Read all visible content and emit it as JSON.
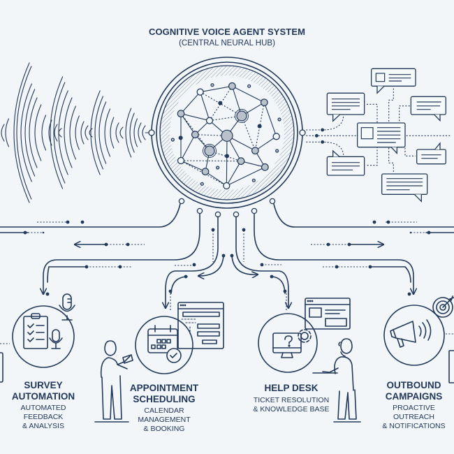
{
  "header": {
    "title": "COGNITIVE VOICE AGENT SYSTEM",
    "subtitle": "(CENTRAL NEURAL HUB)"
  },
  "hub": {
    "name": "Central neural hub",
    "icon": "neural-network-icon"
  },
  "inputs": {
    "left": {
      "name": "Voice sound waves",
      "icon": "sound-wave-icon"
    },
    "right": {
      "name": "Chat message bubbles",
      "icon": "chat-bubble-icon"
    }
  },
  "services": [
    {
      "id": "survey-automation",
      "title_line1": "SURVEY",
      "title_line2": "AUTOMATION",
      "desc_line1": "AUTOMATED FEEDBACK",
      "desc_line2": "& ANALYSIS",
      "icons": [
        "clipboard-checklist-icon",
        "microphone-icon"
      ]
    },
    {
      "id": "appointment-scheduling",
      "title_line1": "APPOINTMENT",
      "title_line2": "SCHEDULING",
      "desc_line1": "CALENDAR MANAGEMENT",
      "desc_line2": "& BOOKING",
      "icons": [
        "calendar-check-icon",
        "booking-form-icon",
        "person-with-tablet-icon"
      ]
    },
    {
      "id": "help-desk",
      "title_line1": "HELP DESK",
      "title_line2": "",
      "desc_line1": "TICKET RESOLUTION",
      "desc_line2": "& KNOWLEDGE BASE",
      "icons": [
        "monitor-question-icon",
        "gear-icon",
        "agent-with-headset-icon"
      ]
    },
    {
      "id": "outbound-campaigns",
      "title_line1": "OUTBOUND",
      "title_line2": "CAMPAIGNS",
      "desc_line1": "PROACTIVE OUTREACH",
      "desc_line2": "& NOTIFICATIONS",
      "icons": [
        "megaphone-icon",
        "target-icon"
      ]
    }
  ],
  "colors": {
    "background": "#f2f6f9",
    "ink": "#23395a",
    "node_fill": "#b9c1cb"
  }
}
